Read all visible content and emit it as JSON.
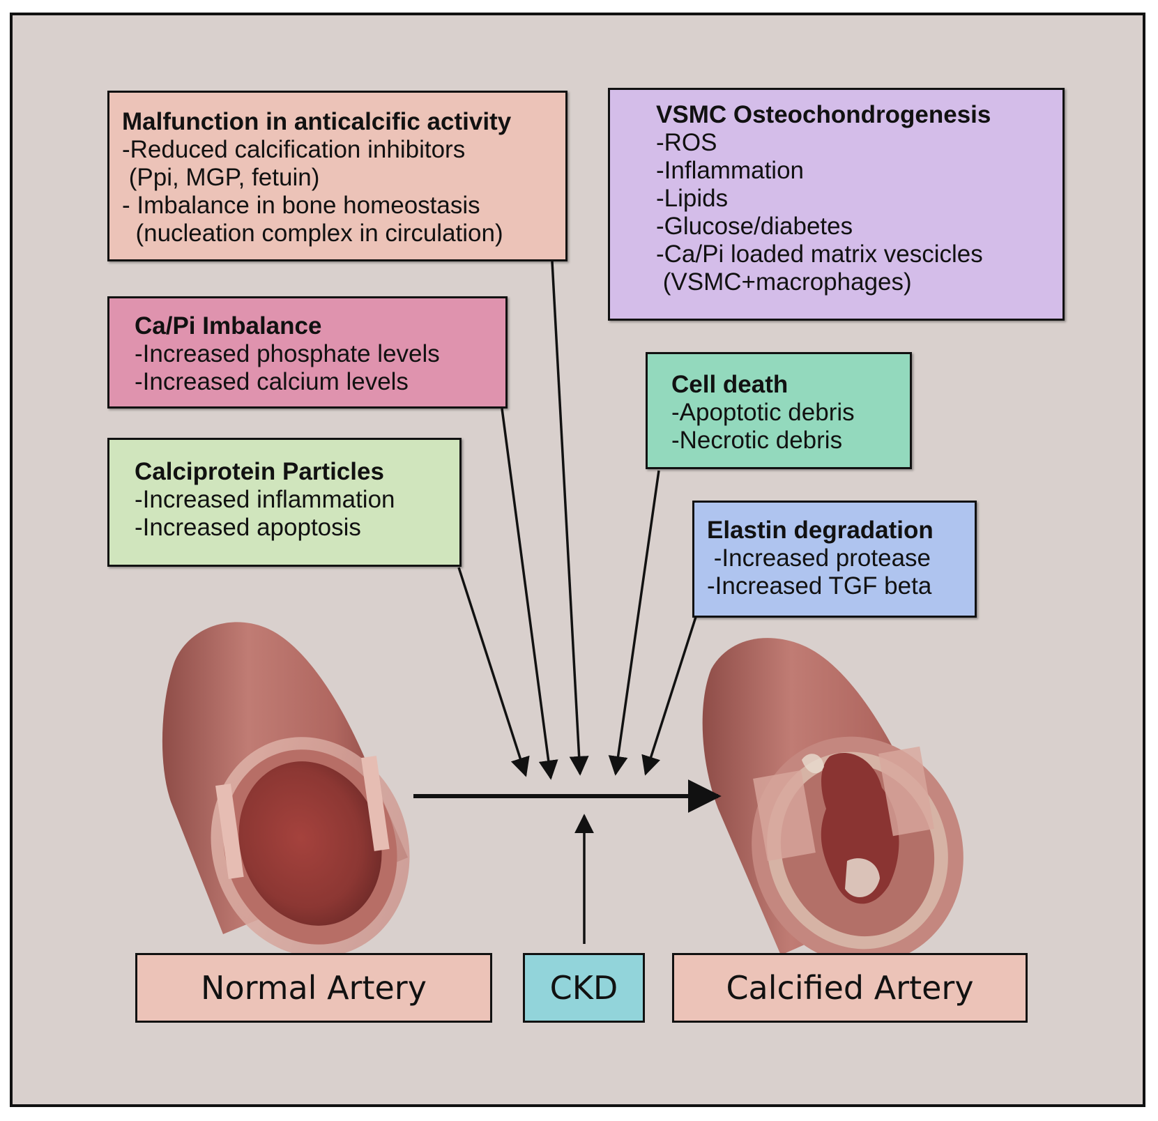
{
  "boxes": {
    "anticalcific": {
      "title": "Malfunction in anticalcific activity",
      "lines": [
        "-Reduced calcification inhibitors",
        " (Ppi, MGP, fetuin)",
        "- Imbalance in bone homeostasis",
        "  (nucleation complex in circulation)"
      ],
      "color": "#ecc3b8"
    },
    "vsmc": {
      "title": "VSMC Osteochondrogenesis",
      "lines": [
        "-ROS",
        "-Inflammation",
        "-Lipids",
        "-Glucose/diabetes",
        "-Ca/Pi loaded matrix vescicles",
        " (VSMC+macrophages)"
      ],
      "color": "#d4bde9"
    },
    "capi": {
      "title": "Ca/Pi Imbalance",
      "lines": [
        "-Increased phosphate levels",
        "-Increased calcium levels"
      ],
      "color": "#df93ae"
    },
    "celldeath": {
      "title": "Cell death",
      "lines": [
        "-Apoptotic debris",
        "-Necrotic debris"
      ],
      "color": "#93d9bd"
    },
    "calciprotein": {
      "title": "Calciprotein Particles",
      "lines": [
        "-Increased inflammation",
        "-Increased apoptosis"
      ],
      "color": "#d0e5bd"
    },
    "elastin": {
      "title": "Elastin degradation",
      "lines": [
        " -Increased protease",
        "-Increased TGF beta"
      ],
      "color": "#afc4ef"
    }
  },
  "labels": {
    "normal": "Normal Artery",
    "ckd": "CKD",
    "calcified": "Calcified Artery"
  },
  "colors": {
    "background": "#d9d0cd",
    "artery_label": "#ecc3b8",
    "ckd_label": "#92d4da",
    "artery_outer": "#b36b64",
    "artery_lumen": "#9d3f3a"
  }
}
